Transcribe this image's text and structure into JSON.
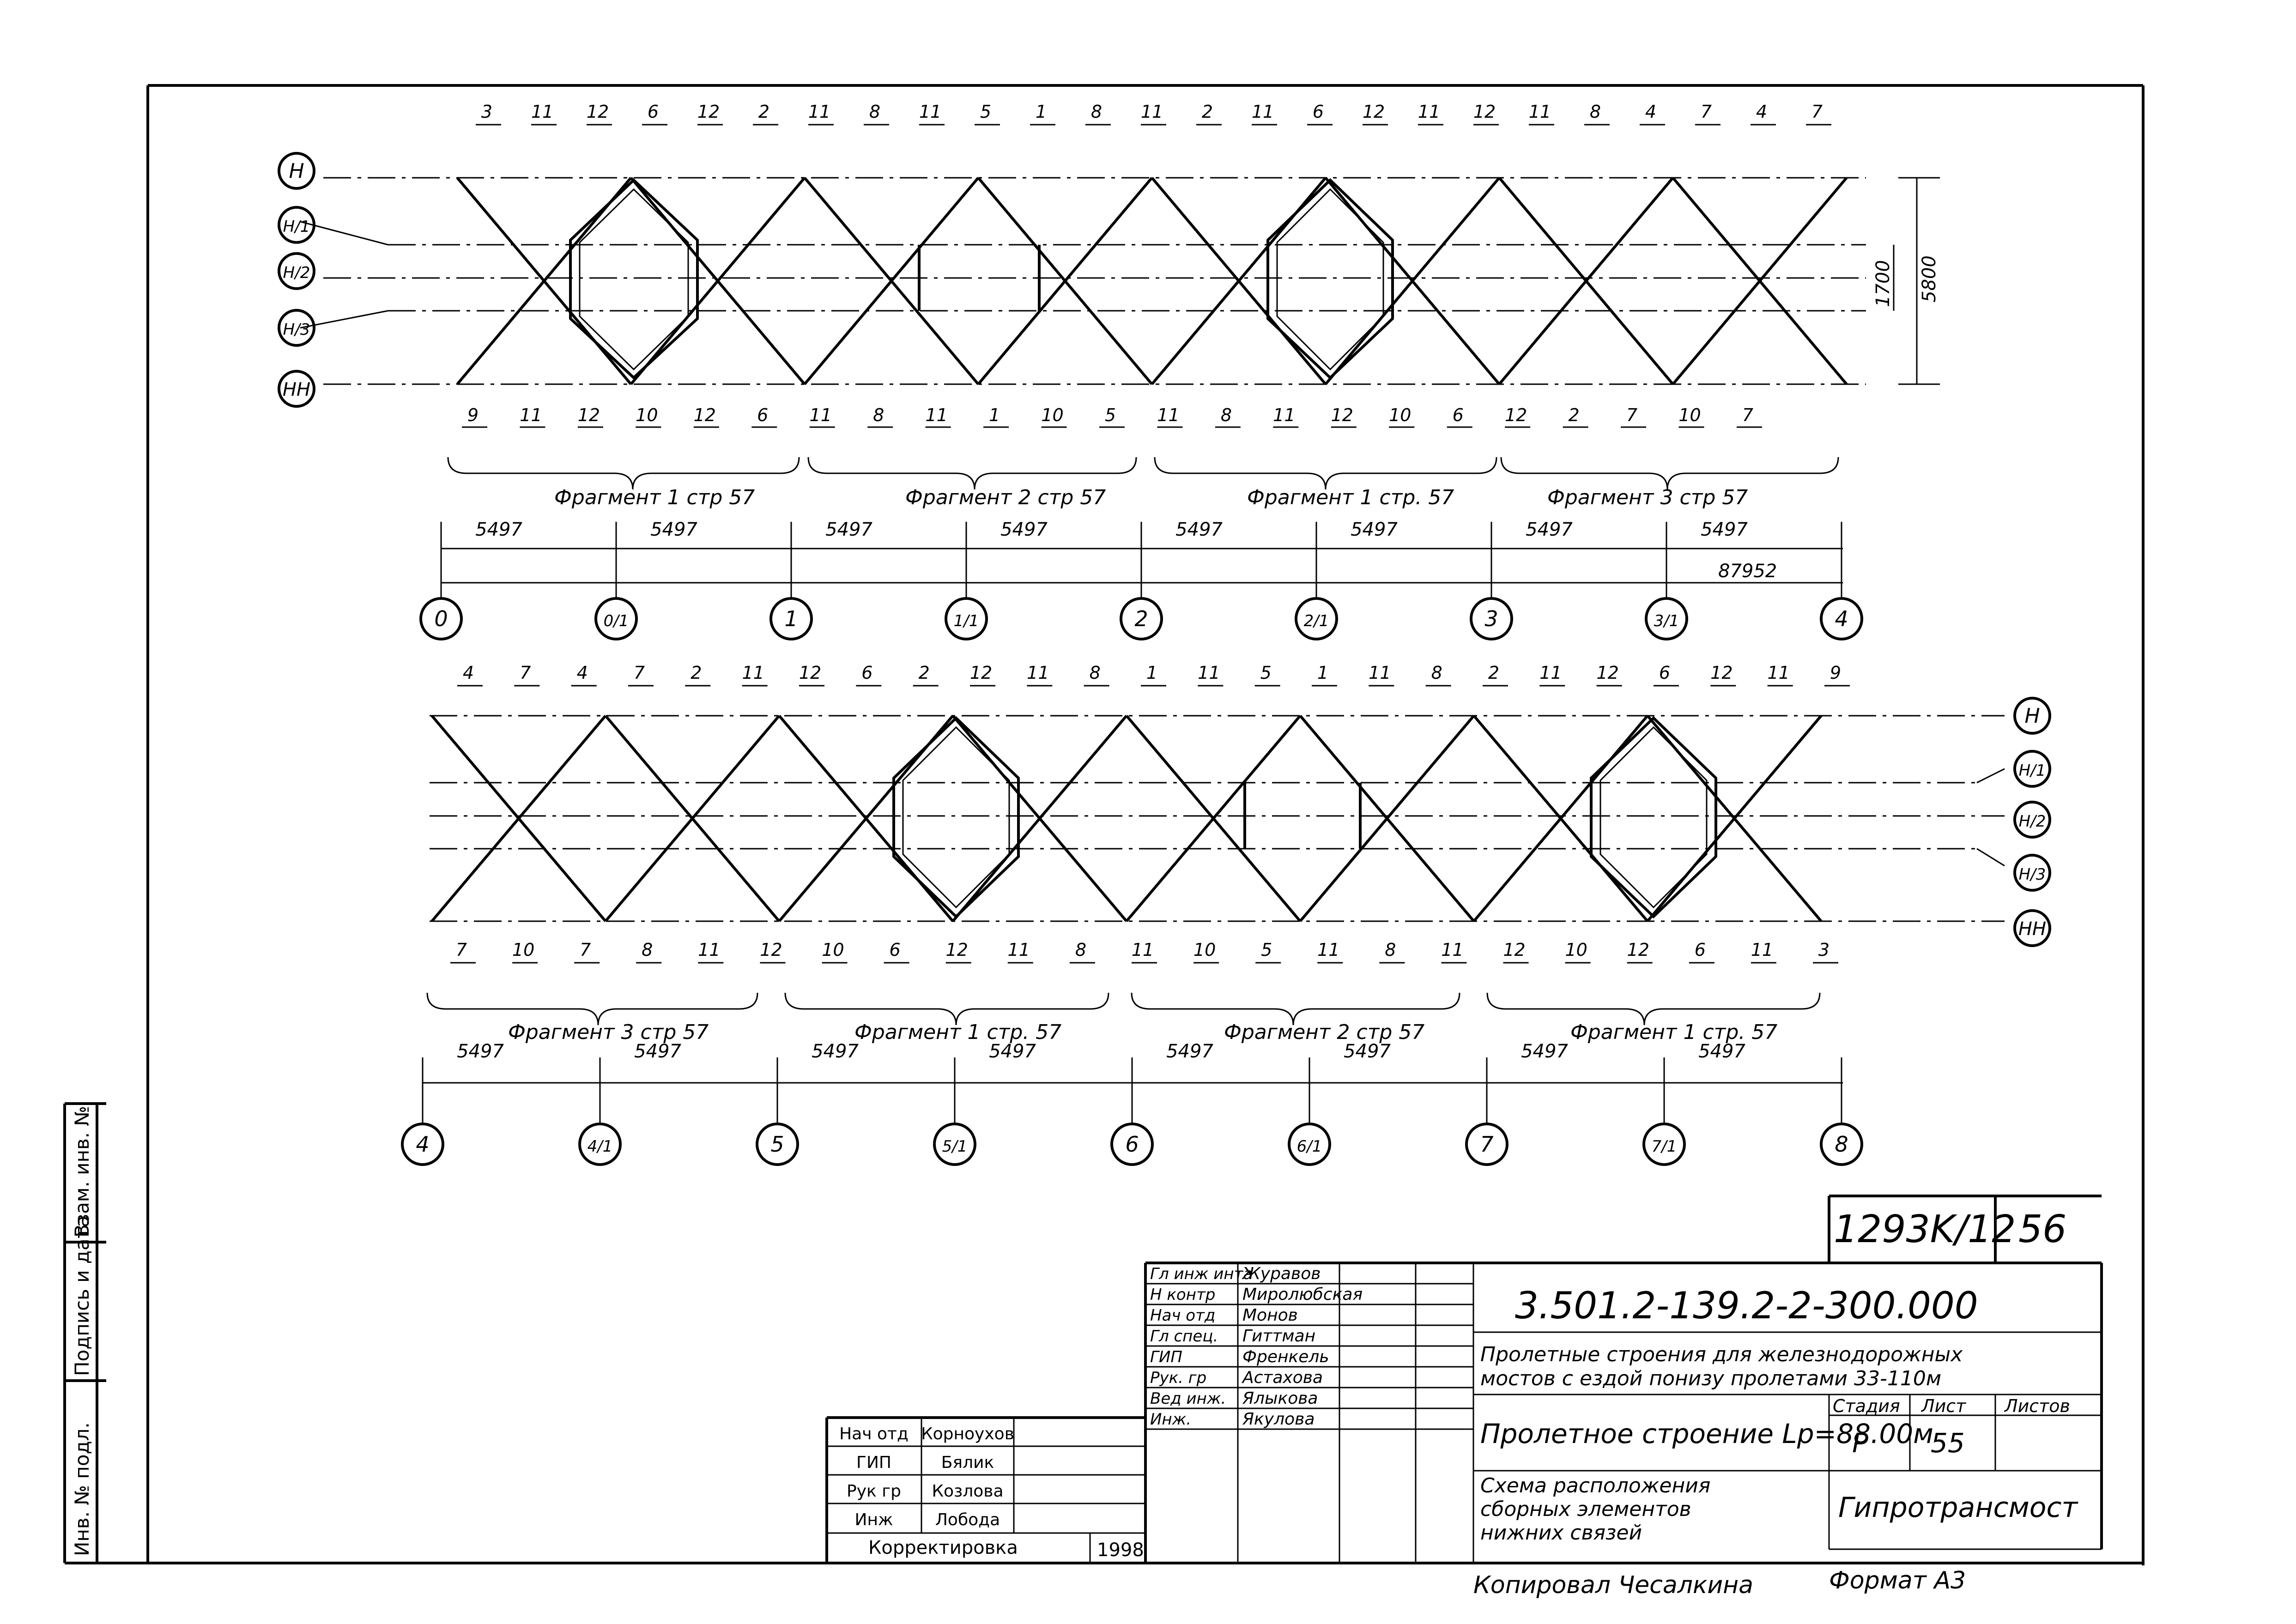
{
  "document_code": "1293K/12",
  "page_number": "56",
  "top_tiers": [
    "Н",
    "Н/1",
    "Н/2",
    "Н/3",
    "НН"
  ],
  "bottom_tiers": [
    "Н",
    "Н/1",
    "Н/2",
    "Н/3",
    "НН"
  ],
  "dim_1700": "1700",
  "dim_5800": "5800",
  "axes_top": [
    "0",
    "0/1",
    "1",
    "1/1",
    "2",
    "2/1",
    "3",
    "3/1",
    "4"
  ],
  "axes_bottom": [
    "4",
    "4/1",
    "5",
    "5/1",
    "6",
    "6/1",
    "7",
    "7/1",
    "8"
  ],
  "fragments_top": [
    "Фрагмент 1 стр 57",
    "Фрагмент 2 стр 57",
    "Фрагмент 1 стр. 57",
    "Фрагмент 3 стр 57"
  ],
  "fragments_bottom": [
    "Фрагмент 3 стр 57",
    "Фрагмент 1 стр. 57",
    "Фрагмент 2 стр 57",
    "Фрагмент 1 стр. 57"
  ],
  "panel_dim": "5497",
  "total_dim": "87952",
  "top_marks_upper": [
    "3",
    "11",
    "12",
    "6",
    "12",
    "2",
    "11",
    "8",
    "11",
    "5",
    "1",
    "8",
    "11",
    "2",
    "11",
    "6",
    "12",
    "11",
    "12",
    "11",
    "8",
    "4",
    "7",
    "4",
    "7"
  ],
  "top_marks_lower": [
    "9",
    "11",
    "12",
    "10",
    "12",
    "6",
    "11",
    "8",
    "11",
    "1",
    "10",
    "5",
    "11",
    "8",
    "11",
    "12",
    "10",
    "6",
    "12",
    "2",
    "7",
    "10",
    "7"
  ],
  "bottom_marks_upper": [
    "4",
    "7",
    "4",
    "7",
    "2",
    "11",
    "12",
    "6",
    "2",
    "12",
    "11",
    "8",
    "1",
    "11",
    "5",
    "1",
    "11",
    "8",
    "2",
    "11",
    "12",
    "6",
    "12",
    "11",
    "9"
  ],
  "bottom_marks_lower": [
    "7",
    "10",
    "7",
    "8",
    "11",
    "12",
    "10",
    "6",
    "12",
    "11",
    "8",
    "11",
    "10",
    "5",
    "11",
    "8",
    "11",
    "12",
    "10",
    "12",
    "6",
    "11",
    "3"
  ],
  "side_block": {
    "inv_podl": "Инв. № подл.",
    "podpis": "Подпись и дата",
    "vzam": "Взам. инв. №"
  },
  "revision_block": {
    "rows": [
      {
        "role": "Нач отд",
        "name": "Корноухов"
      },
      {
        "role": "ГИП",
        "name": "Бялик"
      },
      {
        "role": "Рук гр",
        "name": "Козлова"
      },
      {
        "role": "Инж",
        "name": "Лобода"
      }
    ],
    "note": "Корректировка",
    "year": "1998"
  },
  "signatures": [
    {
      "role": "Гл инж инта",
      "name": "Журавов"
    },
    {
      "role": "Н контр",
      "name": "Миролюбская"
    },
    {
      "role": "Нач отд",
      "name": "Монов"
    },
    {
      "role": "Гл спец.",
      "name": "Гиттман"
    },
    {
      "role": "ГИП",
      "name": "Френкель"
    },
    {
      "role": "Рук. гр",
      "name": "Астахова"
    },
    {
      "role": "Вед инж.",
      "name": "Ялыкова"
    },
    {
      "role": "Инж.",
      "name": "Якулова"
    }
  ],
  "title_block": {
    "designation": "3.501.2-139.2-2-300.000",
    "series_title_1": "Пролетные строения для железнодорожных",
    "series_title_2": "мостов с ездой понизу пролетами 33-110м",
    "stage_header": "Стадия",
    "sheet_header": "Лист",
    "sheets_header": "Листов",
    "object_title": "Пролетное строение Lp=88.00м",
    "stage": "Р",
    "sheet": "55",
    "sheet_title_1": "Схема расположения",
    "sheet_title_2": "сборных элементов",
    "sheet_title_3": "нижних связей",
    "organization": "Гипротрансмост"
  },
  "copied_by": "Копировал Чесалкина",
  "format": "Формат А3"
}
